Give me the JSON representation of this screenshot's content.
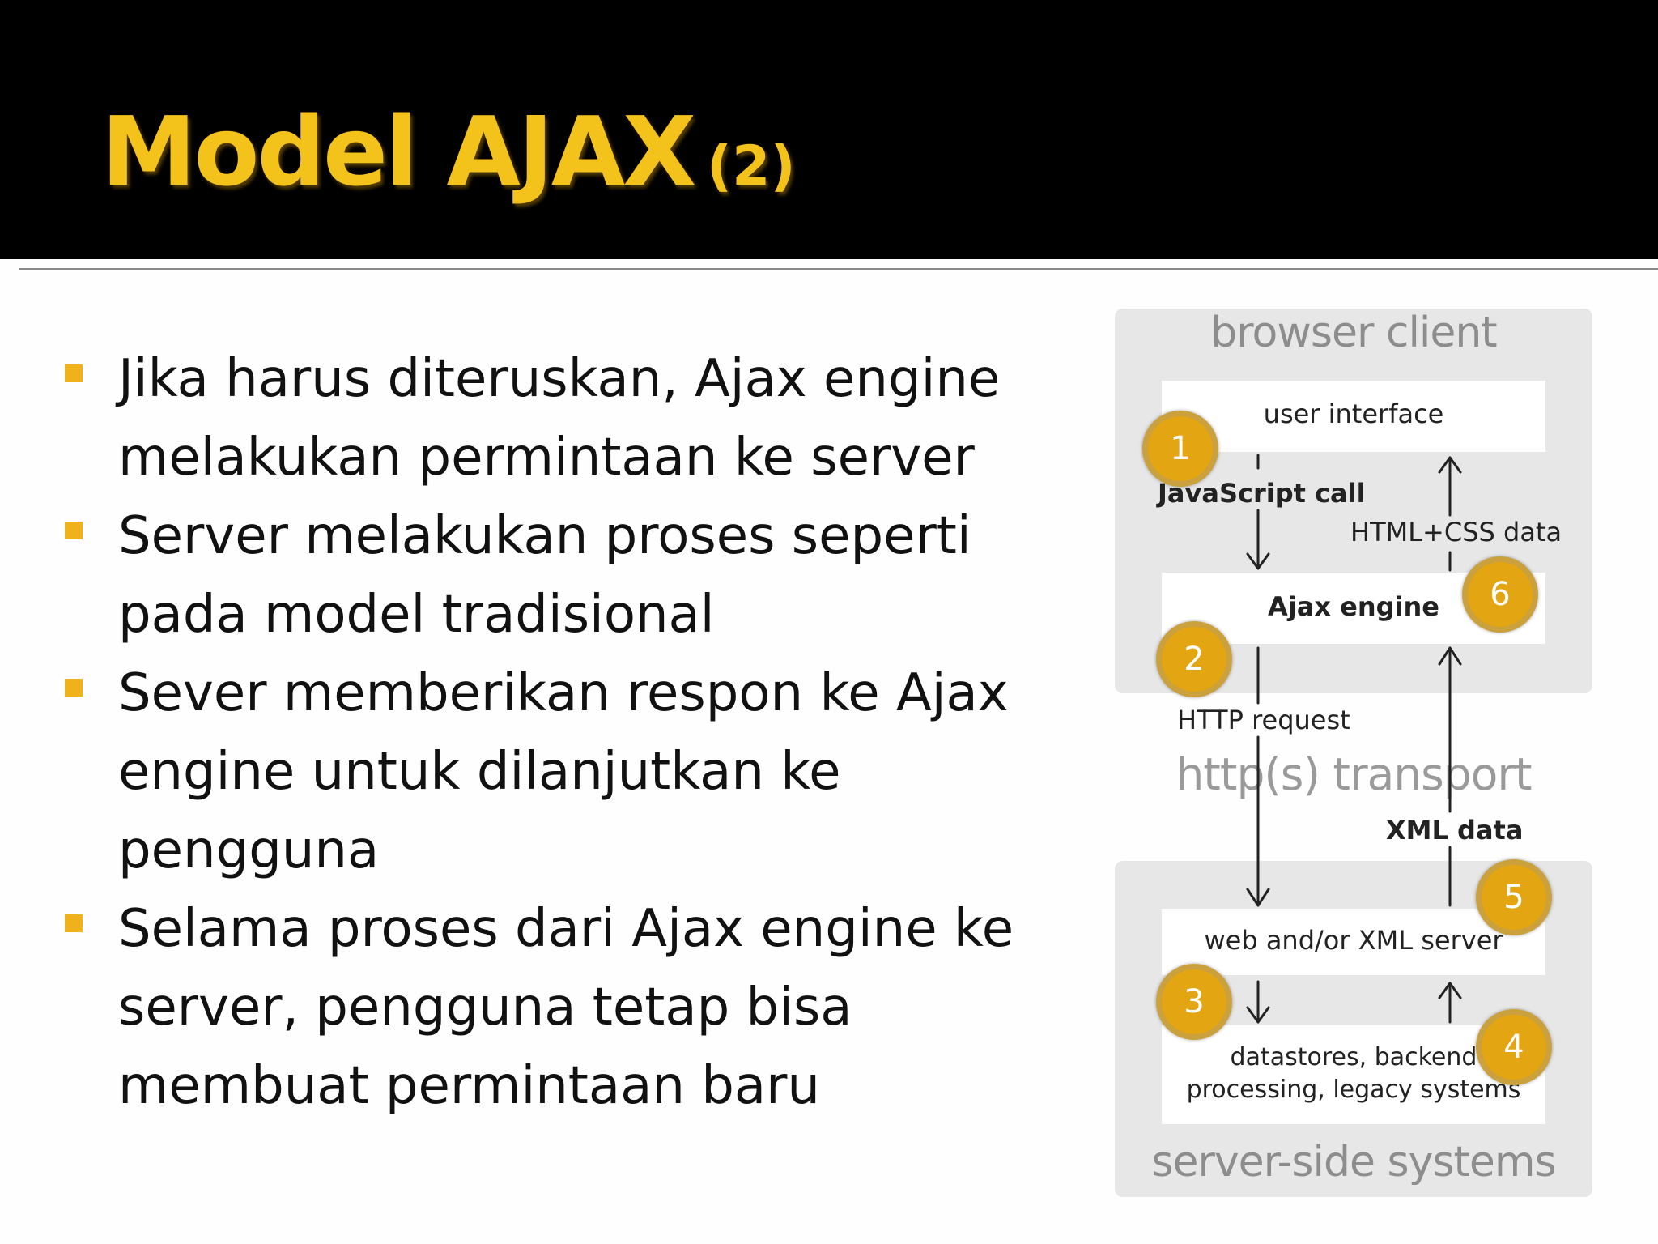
{
  "title": {
    "main": "Model AJAX",
    "sub": "(2)"
  },
  "bullets": [
    {
      "lines": [
        "Jika harus diteruskan, Ajax engine",
        "melakukan permintaan ke server"
      ]
    },
    {
      "lines": [
        "Server melakukan proses seperti",
        "pada model tradisional"
      ]
    },
    {
      "lines": [
        "Sever memberikan respon ke Ajax",
        "engine untuk dilanjutkan ke",
        "pengguna"
      ]
    },
    {
      "lines": [
        "Selama proses dari Ajax engine ke",
        "server, pengguna tetap bisa",
        "membuat permintaan baru"
      ]
    }
  ],
  "diagram": {
    "browser_client": "browser client",
    "user_interface": "user interface",
    "javascript_call": "JavaScript call",
    "html_css_data": "HTML+CSS data",
    "ajax_engine": "Ajax engine",
    "http_request": "HTTP request",
    "transport": "http(s) transport",
    "xml_data": "XML data",
    "web_server": "web and/or XML server",
    "datastores_line1": "datastores, backend",
    "datastores_line2": "processing, legacy systems",
    "server_side": "server-side systems",
    "steps": [
      "1",
      "2",
      "3",
      "4",
      "5",
      "6"
    ]
  },
  "colors": {
    "title": "#f3c21b",
    "title_bar": "#000000",
    "bullet_marker": "#f0b21b",
    "badge": "#e3a512",
    "zone": "#e7e7e7"
  }
}
